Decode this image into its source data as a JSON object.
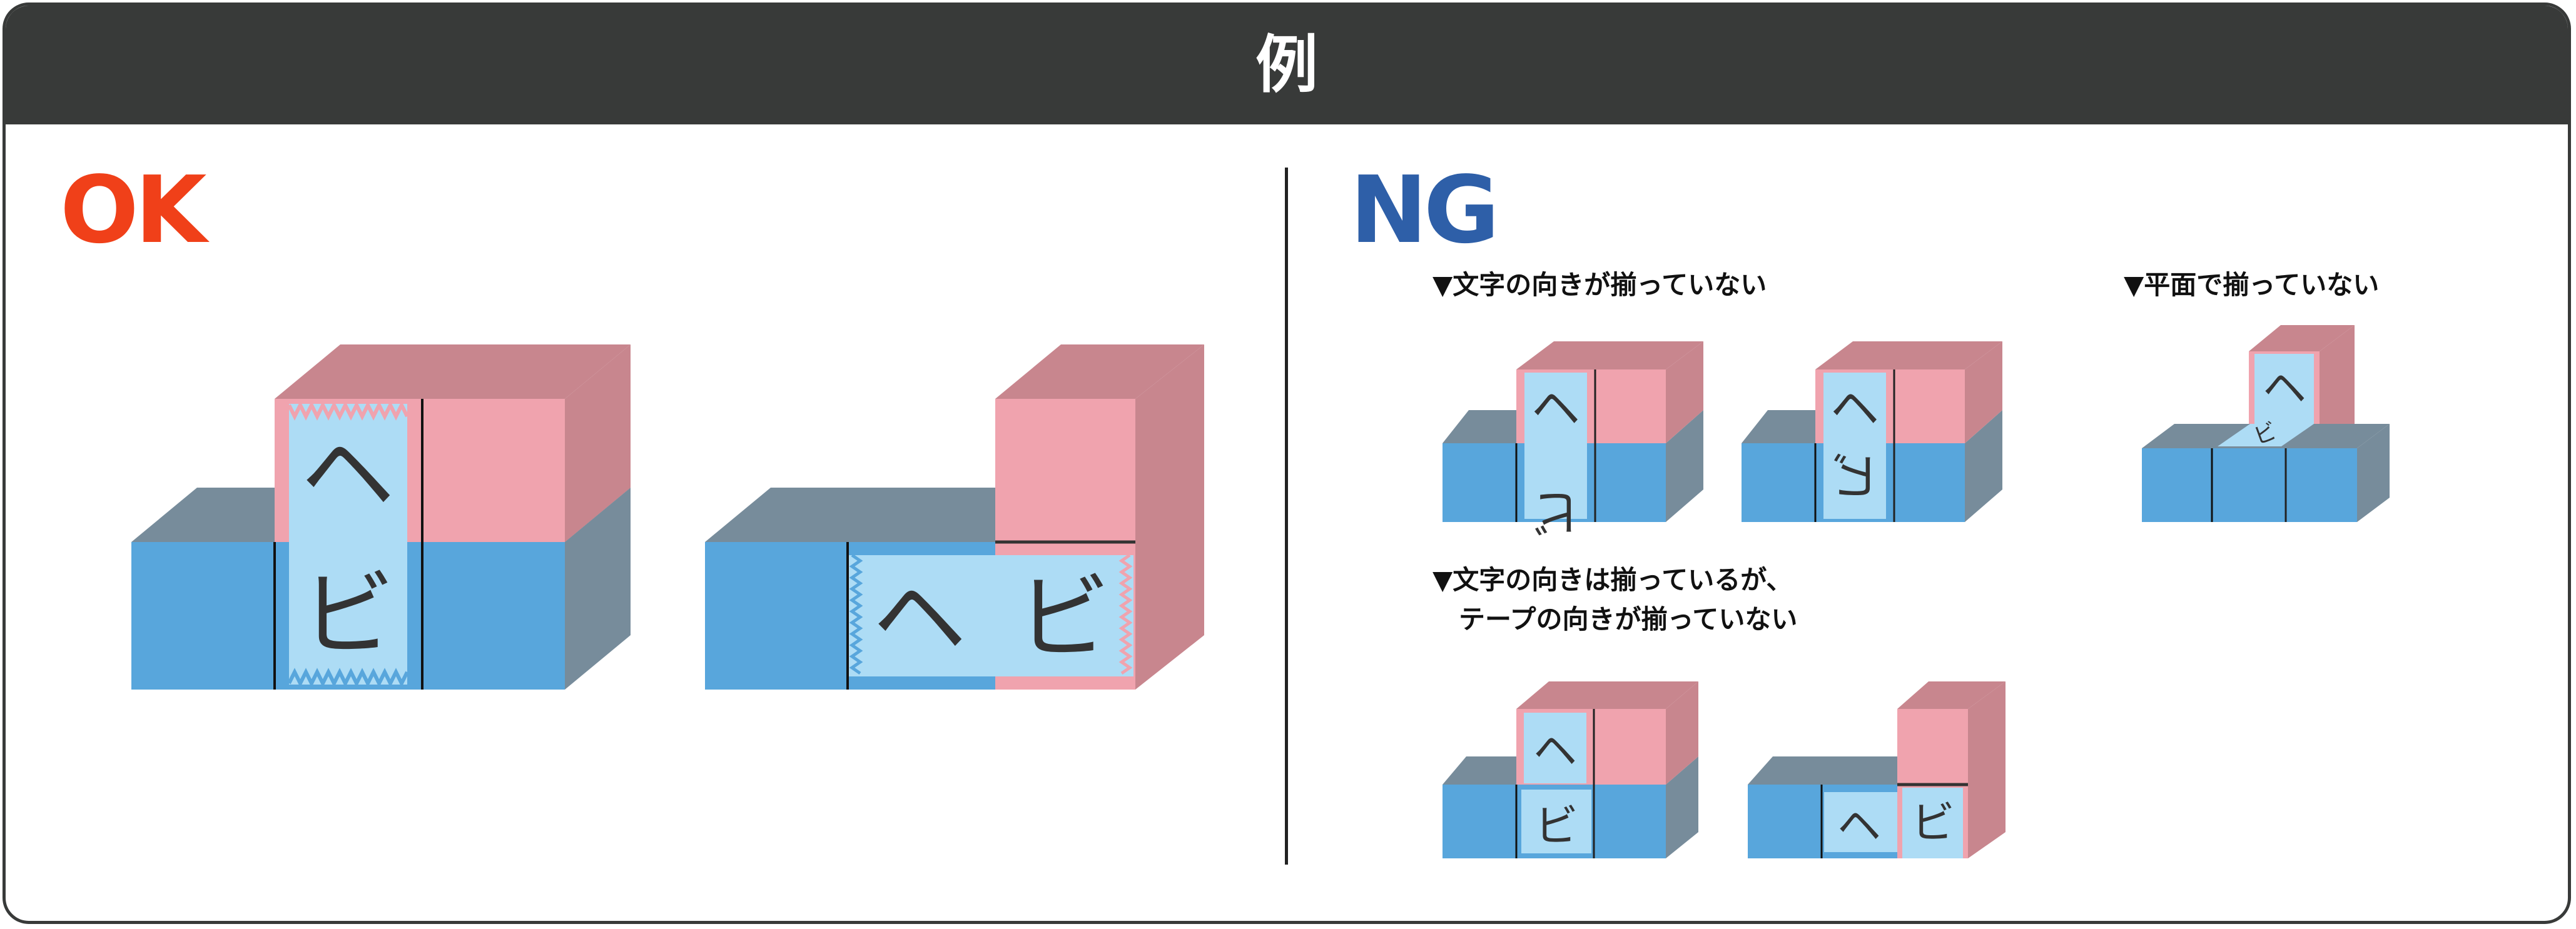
{
  "header": {
    "title": "例"
  },
  "colors": {
    "header_bg": "#383a39",
    "ok": "#f04019",
    "ng": "#2e5fa8",
    "blue_front": "#58a6dc",
    "blue_shade": "#778c9b",
    "pink_front": "#f0a3ae",
    "pink_shade": "#c8868e",
    "tape": "#addcf5",
    "glyph": "#333333"
  },
  "ok": {
    "label": "OK",
    "examples": [
      {
        "tape": "vertical",
        "chars": [
          "ヘ",
          "ビ"
        ]
      },
      {
        "tape": "horizontal",
        "chars": [
          "ヘ",
          "ビ"
        ]
      }
    ]
  },
  "ng": {
    "label": "NG",
    "captions": {
      "char_direction": "▼文字の向きが揃っていない",
      "not_flat": "▼平面で揃っていない",
      "tape_direction_line1": "▼文字の向きは揃っているが、",
      "tape_direction_line2": "　テープの向きが揃っていない"
    },
    "examples": [
      {
        "group": "char_direction",
        "chars": [
          "ヘ",
          "ビ"
        ],
        "note": "bottom char rotated 180°"
      },
      {
        "group": "char_direction",
        "chars": [
          "ヘ",
          "ビ"
        ],
        "note": "bottom char mirrored/rotated"
      },
      {
        "group": "not_flat",
        "chars": [
          "ヘ",
          "ビ"
        ],
        "note": "tape on top face"
      },
      {
        "group": "tape_direction",
        "chars": [
          "ヘ",
          "ビ"
        ],
        "note": "vertical tape, bottom piece sideways"
      },
      {
        "group": "tape_direction",
        "chars": [
          "ヘ",
          "ビ"
        ],
        "note": "horizontal then vertical tape"
      }
    ]
  }
}
